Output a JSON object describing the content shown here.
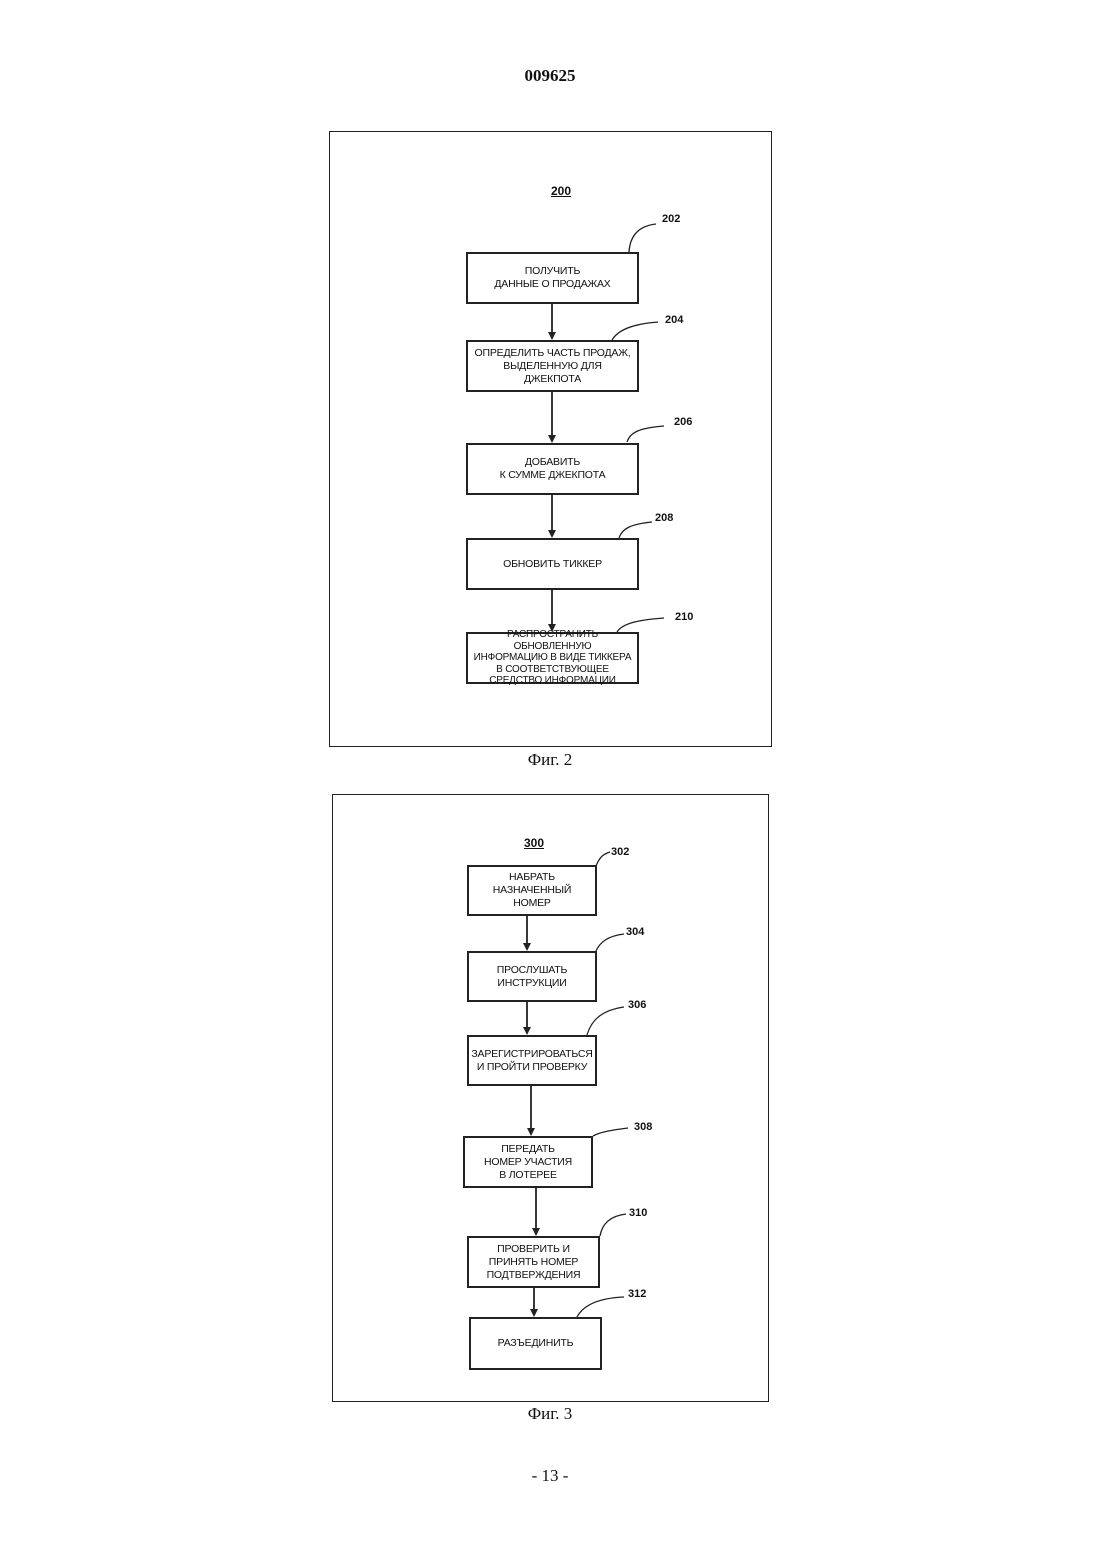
{
  "document_number": "009625",
  "page_number": "- 13 -",
  "figure2": {
    "caption": "Фиг. 2",
    "id": "200",
    "steps": [
      {
        "ref": "202",
        "lines": [
          "ПОЛУЧИТЬ",
          "ДАННЫЕ О ПРОДАЖАХ"
        ]
      },
      {
        "ref": "204",
        "lines": [
          "ОПРЕДЕЛИТЬ ЧАСТЬ ПРОДАЖ,",
          "ВЫДЕЛЕННУЮ ДЛЯ",
          "ДЖЕКПОТА"
        ]
      },
      {
        "ref": "206",
        "lines": [
          "ДОБАВИТЬ",
          "К СУММЕ ДЖЕКПОТА"
        ]
      },
      {
        "ref": "208",
        "lines": [
          "ОБНОВИТЬ ТИККЕР"
        ]
      },
      {
        "ref": "210",
        "lines": [
          "РАСПРОСТРАНИТЬ ОБНОВЛЕННУЮ",
          "ИНФОРМАЦИЮ В ВИДЕ ТИККЕРА",
          "В СООТВЕТСТВУЮЩЕЕ",
          "СРЕДСТВО ИНФОРМАЦИИ"
        ]
      }
    ]
  },
  "figure3": {
    "caption": "Фиг. 3",
    "id": "300",
    "steps": [
      {
        "ref": "302",
        "lines": [
          "НАБРАТЬ",
          "НАЗНАЧЕННЫЙ",
          "НОМЕР"
        ]
      },
      {
        "ref": "304",
        "lines": [
          "ПРОСЛУШАТЬ",
          "ИНСТРУКЦИИ"
        ]
      },
      {
        "ref": "306",
        "lines": [
          "ЗАРЕГИСТРИРОВАТЬСЯ",
          "И ПРОЙТИ ПРОВЕРКУ"
        ]
      },
      {
        "ref": "308",
        "lines": [
          "ПЕРЕДАТЬ",
          "НОМЕР УЧАСТИЯ",
          "В ЛОТЕРЕЕ"
        ]
      },
      {
        "ref": "310",
        "lines": [
          "ПРОВЕРИТЬ И",
          "ПРИНЯТЬ НОМЕР",
          "ПОДТВЕРЖДЕНИЯ"
        ]
      },
      {
        "ref": "312",
        "lines": [
          "РАЗЪЕДИНИТЬ"
        ]
      }
    ]
  }
}
